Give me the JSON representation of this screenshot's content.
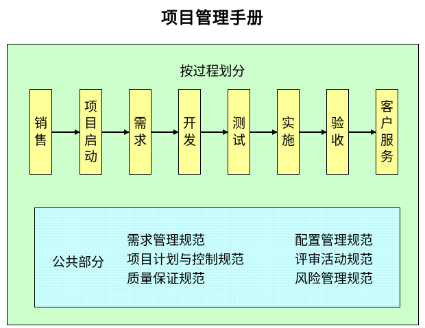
{
  "title": "项目管理手册",
  "subtitle": "按过程划分",
  "steps": [
    "销售",
    "项目启动",
    "需求",
    "开发",
    "测试",
    "实施",
    "验收",
    "客户服务"
  ],
  "common": {
    "label": "公共部分",
    "left_col": [
      "需求管理规范",
      "项目计划与控制规范",
      "质量保证规范"
    ],
    "right_col": [
      "配置管理规范",
      "评审活动规范",
      "风险管理规范"
    ]
  },
  "colors": {
    "frame": "#ccffcc",
    "step": "#ffff99",
    "common": "#ccffff"
  }
}
